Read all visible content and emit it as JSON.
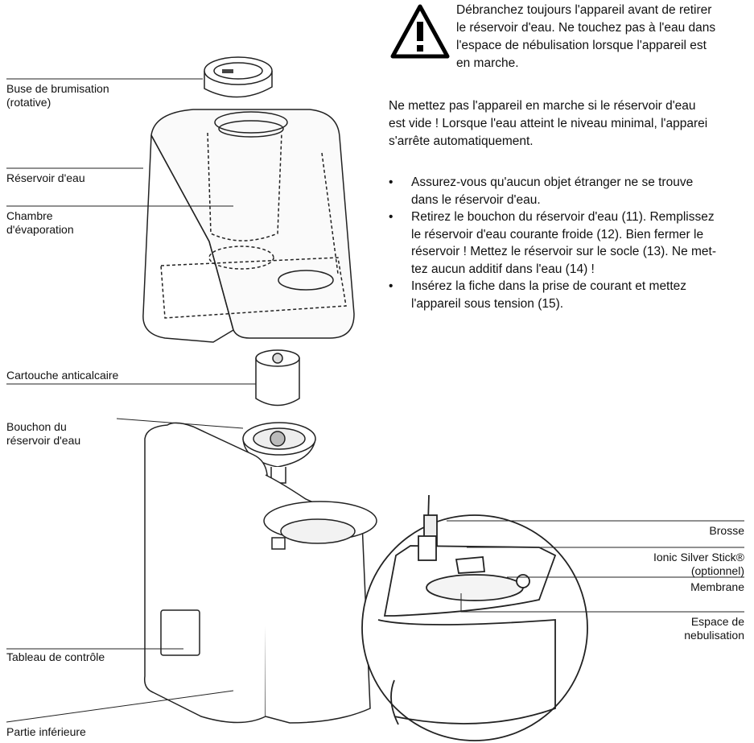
{
  "warning": {
    "lines": [
      "Débranchez toujours l'appareil avant de retirer",
      "le réservoir d'eau. Ne touchez pas à l'eau dans",
      "l'espace de nébulisation lorsque l'appareil est",
      "en marche."
    ]
  },
  "intro": {
    "lines": [
      "Ne mettez pas l'appareil en marche si le réservoir d'eau",
      "est vide ! Lorsque l'eau atteint le niveau minimal, l'apparei",
      "s'arrête automatiquement."
    ]
  },
  "bullets": [
    {
      "marker": "•",
      "lines": [
        "Assurez-vous qu'aucun objet étranger ne se trouve",
        "dans le réservoir d'eau."
      ]
    },
    {
      "marker": "•",
      "lines": [
        "Retirez le bouchon du réservoir d'eau (11). Remplissez",
        "le réservoir d'eau courante froide (12). Bien fermer le",
        "réservoir ! Mettez le réservoir sur le socle (13). Ne met-",
        "tez aucun additif dans l'eau (14) !"
      ]
    },
    {
      "marker": "•",
      "lines": [
        "Insérez la fiche dans la prise de courant et mettez",
        "l'appareil sous tension (15)."
      ]
    }
  ],
  "labels": {
    "buse": [
      "Buse de brumisation",
      "(rotative)"
    ],
    "reservoir": "Réservoir d'eau",
    "chambre": [
      "Chambre",
      "d'évaporation"
    ],
    "cartouche": "Cartouche anticalcaire",
    "bouchon": [
      "Bouchon du",
      "réservoir d'eau"
    ],
    "tableau": "Tableau de contrôle",
    "partie": "Partie inférieure",
    "brosse": "Brosse",
    "ionic": [
      "Ionic Silver Stick®",
      "(optionnel)"
    ],
    "membrane": "Membrane",
    "espace": [
      "Espace de",
      "nebulisation"
    ]
  }
}
